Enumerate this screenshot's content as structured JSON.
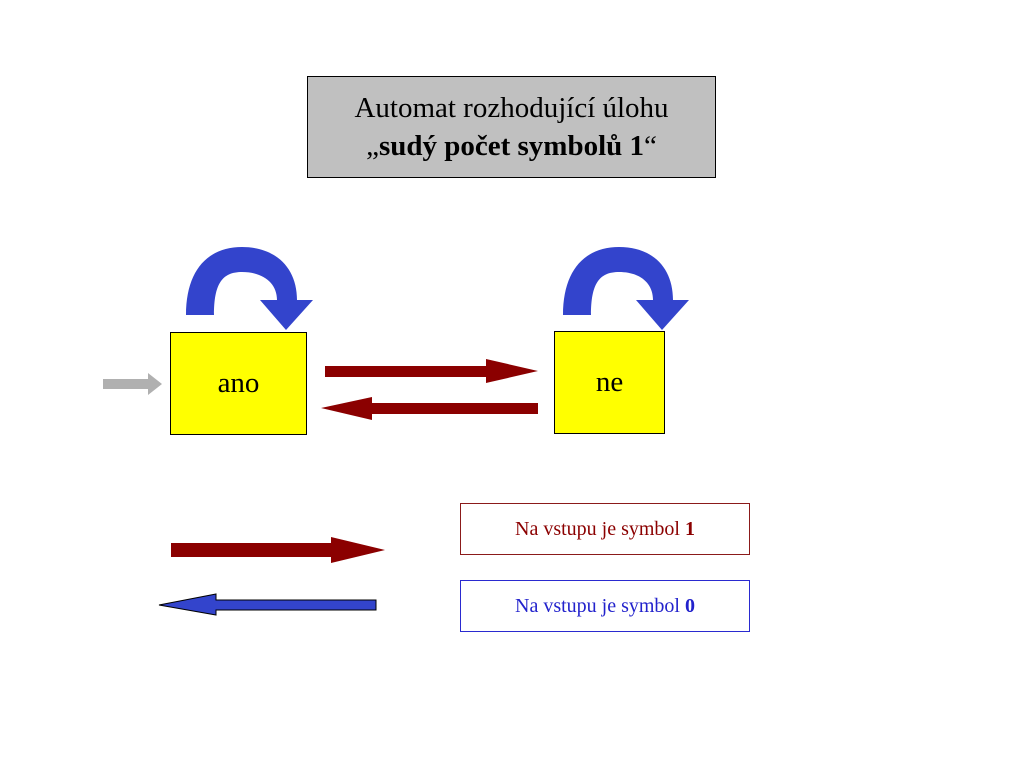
{
  "title": {
    "line1": "Automat rozhodující úlohu",
    "quote_open": "„",
    "line2_bold": "sudý počet symbolů 1",
    "quote_close": "“"
  },
  "states": {
    "start": {
      "label": "ano"
    },
    "other": {
      "label": "ne"
    }
  },
  "legend": {
    "symbol1": {
      "text": "Na vstupu je symbol ",
      "value": "1",
      "color": "#8b0000"
    },
    "symbol0": {
      "text": "Na vstupu je symbol ",
      "value": "0",
      "color": "#2222cc"
    }
  },
  "colors": {
    "state_fill": "#ffff00",
    "title_fill": "#c0c0c0",
    "loop_arrow": "#3344cc",
    "initial_arrow": "#b0b0b0"
  }
}
